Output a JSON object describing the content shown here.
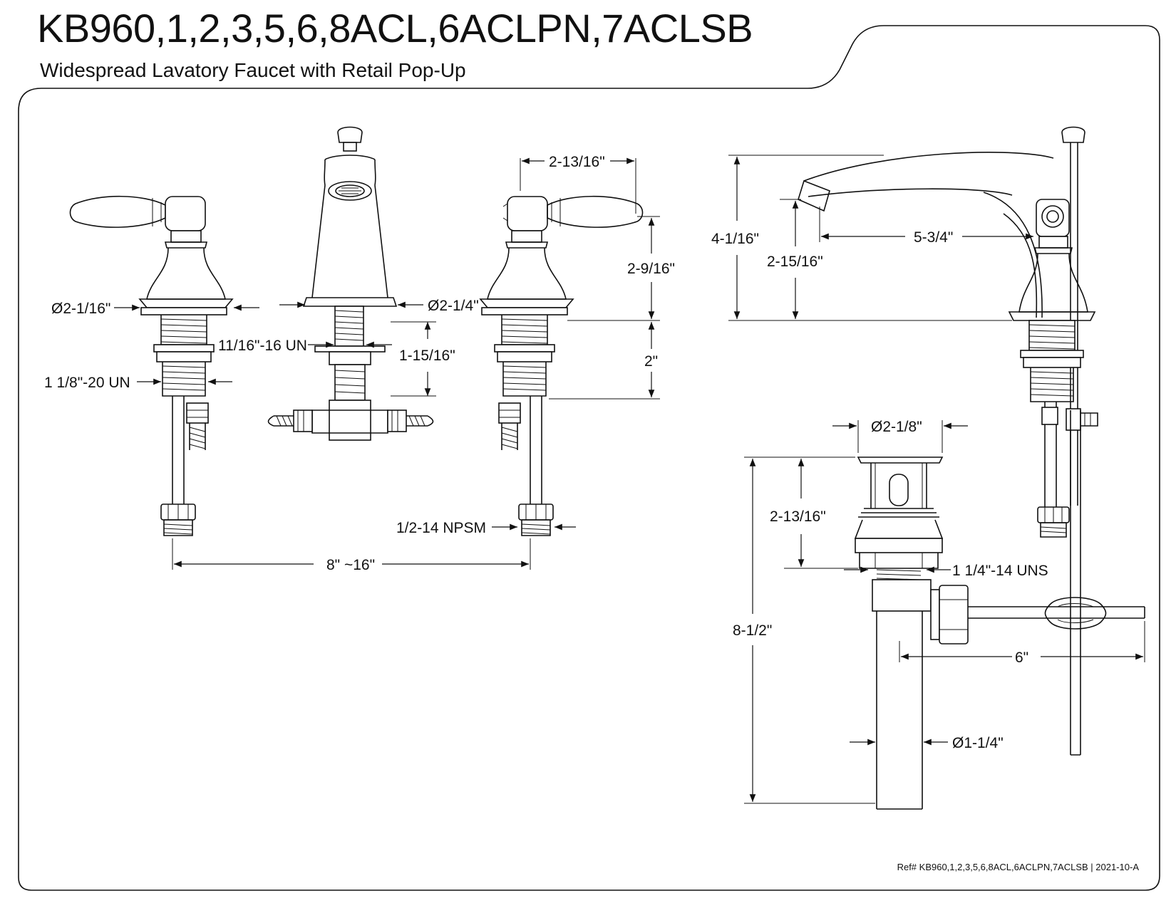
{
  "header": {
    "title": "KB960,1,2,3,5,6,8ACL,6ACLPN,7ACLSB",
    "subtitle": "Widespread Lavatory Faucet with Retail Pop-Up"
  },
  "footer": {
    "ref": "Ref# KB960,1,2,3,5,6,8ACL,6ACLPN,7ACLSB | 2021-10-A"
  },
  "dimensions": {
    "handle_base_dia": "Ø2-1/16\"",
    "handle_thread": "1 1/8\"-20 UN",
    "spout_base_dia": "Ø2-1/4\"",
    "spout_thread": "11/16\"-16 UN",
    "spout_shank_len": "1-15/16\"",
    "handle_reach": "2-13/16\"",
    "handle_height": "2-9/16\"",
    "shank_len": "2\"",
    "inlet_thread": "1/2-14 NPSM",
    "spread": "8\" ~16\"",
    "faucet_height": "4-1/16\"",
    "spout_clearance": "2-15/16\"",
    "spout_reach": "5-3/4\"",
    "drain_flange_dia": "Ø2-1/8\"",
    "drain_body_height": "2-13/16\"",
    "drain_thread": "1 1/4\"-14 UNS",
    "drain_total_len": "8-1/2\"",
    "pivot_rod_len": "6\"",
    "tailpiece_dia": "Ø1-1/4\""
  }
}
